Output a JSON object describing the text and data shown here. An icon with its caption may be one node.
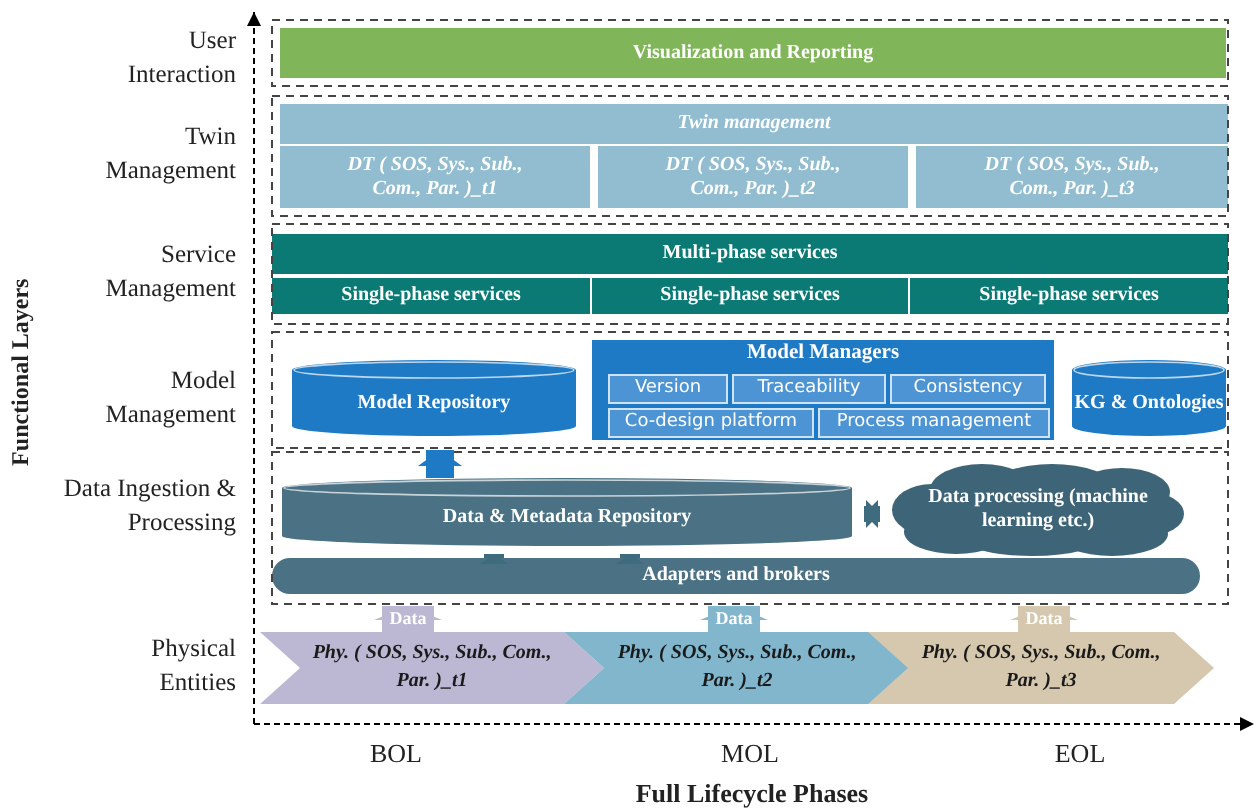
{
  "diagram": {
    "nodes": [
      {
        "text": [
          "Visualization and Reporting"
        ]
      },
      {
        "text": [
          "Twin management"
        ]
      },
      {
        "text": [
          "DT ( SOS, Sys., Sub., Com., Par. )_t1"
        ]
      },
      {
        "text": [
          "DT ( SOS, Sys., Sub., Com., Par. )_t2"
        ]
      },
      {
        "text": [
          "DT ( SOS, Sys., Sub., Com., Par. )_t3"
        ]
      },
      {
        "text": [
          "Multi-phase services"
        ]
      },
      {
        "text": [
          "Single-phase services"
        ]
      },
      {
        "text": [
          "Single-phase services"
        ]
      },
      {
        "text": [
          "Single-phase services"
        ]
      },
      {
        "text": [
          "Model Repository"
        ]
      },
      {
        "text": [
          "Model Managers"
        ]
      },
      {
        "text": [
          "Version"
        ],
        "in": 10
      },
      {
        "text": [
          "Traceability"
        ],
        "in": 10
      },
      {
        "text": [
          "Consistency"
        ],
        "in": 10
      },
      {
        "text": [
          "Co-design platform"
        ],
        "in": 10
      },
      {
        "text": [
          "Process management"
        ],
        "in": 10
      },
      {
        "text": [
          "KG & Ontologies"
        ]
      },
      {
        "text": [
          "Data & Metadata Repository"
        ]
      },
      {
        "text": [
          "Data processing (machine learning etc.)"
        ]
      },
      {
        "text": [
          "Adapters and brokers"
        ]
      },
      {
        "text": [
          "Phy. ( SOS, Sys., Sub., Com., Par. )_t1"
        ]
      },
      {
        "text": [
          "Phy. ( SOS, Sys., Sub., Com., Par. )_t2"
        ]
      },
      {
        "text": [
          "Phy. ( SOS, Sys., Sub., Com., Par. )_t3"
        ]
      }
    ],
    "edges": [
      {
        "from": 17,
        "to": 9,
        "arrow": "to",
        "color": "#1f7ac6"
      },
      {
        "from": 19,
        "to": 17,
        "arrow": "to"
      },
      {
        "from": 19,
        "to": 17,
        "arrow": "to"
      },
      {
        "from": 17,
        "to": 18,
        "arrow": "both"
      },
      {
        "from": 20,
        "to": 19,
        "arrow": "to",
        "label": "Data",
        "style": "thick",
        "color": "#bcb8d4"
      },
      {
        "from": 21,
        "to": 19,
        "arrow": "to",
        "label": "Data",
        "style": "thick",
        "color": "#82b6cc"
      },
      {
        "from": 22,
        "to": 19,
        "arrow": "to",
        "label": "Data",
        "style": "thick",
        "color": "#d6c8ae"
      }
    ],
    "labels": [
      "Functional Layers",
      "User Interaction",
      "Twin Management",
      "Service Management",
      "Model Management",
      "Data Ingestion & Processing",
      "Physical Entities",
      "BOL",
      "MOL",
      "EOL",
      "Full Lifecycle Phases"
    ]
  }
}
